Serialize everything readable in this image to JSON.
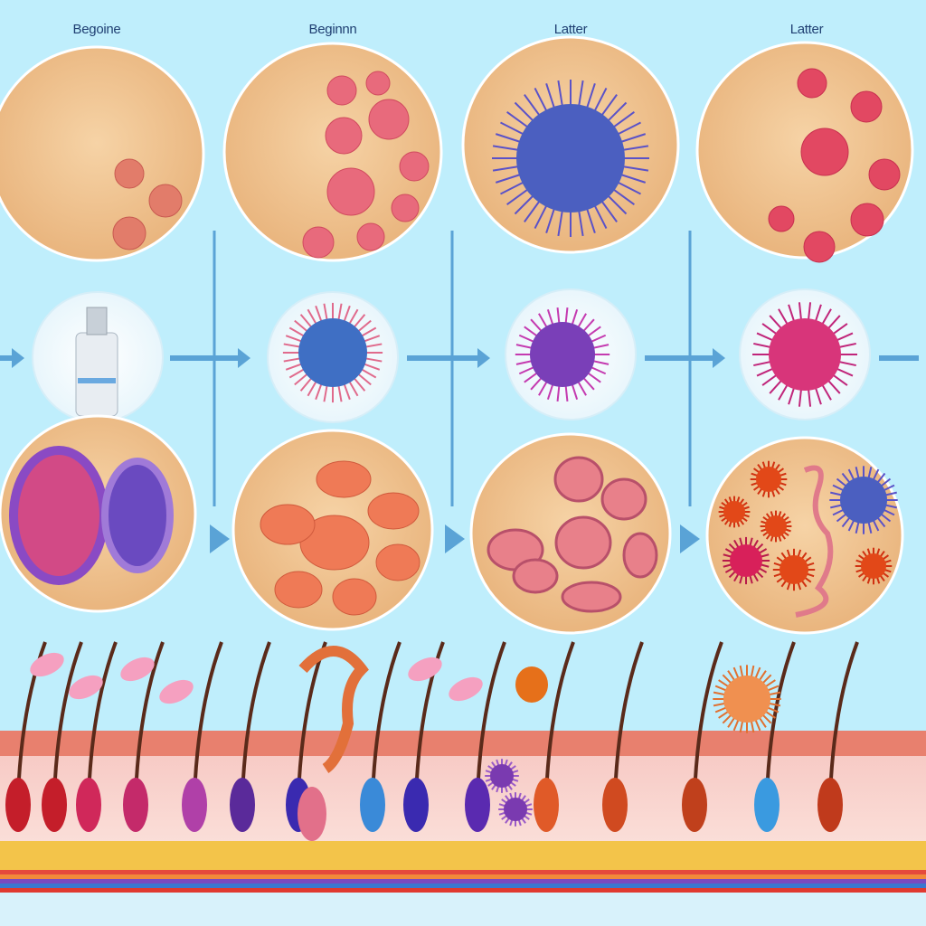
{
  "stage_labels": [
    "Begoine",
    "Beginnn",
    "Latter",
    "Latter"
  ],
  "colors": {
    "background": "#bfeefc",
    "skin": "#f1c896",
    "arrow": "#5aa3d6",
    "lesion_pink": "#e86a7c",
    "microbe_blue": "#4b5fc0",
    "microbe_purple": "#7a3fb8",
    "microbe_magenta": "#d8357a",
    "epidermis": "#e8806e",
    "dermis": "#f8d3cf",
    "fat": "#f3c44a"
  }
}
